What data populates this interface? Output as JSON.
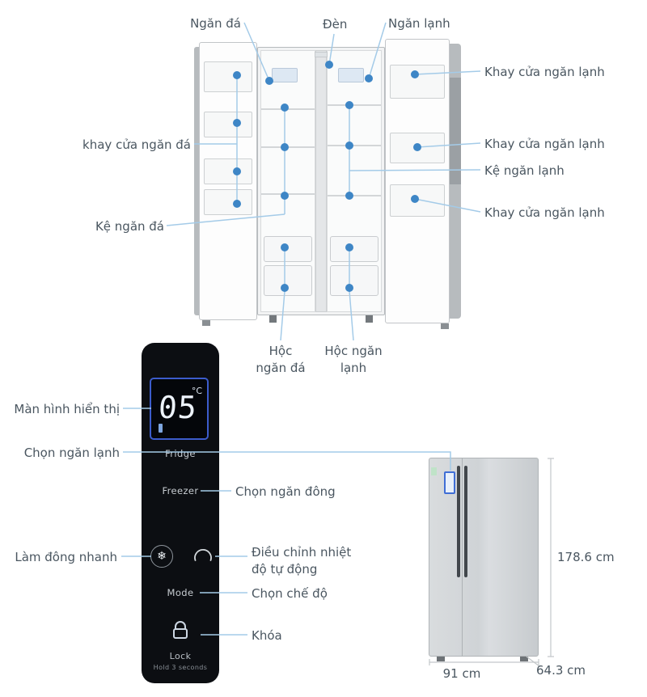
{
  "fridge_diagram": {
    "labels": {
      "ngan_da": "Ngăn đá",
      "den": "Đèn",
      "ngan_lanh": "Ngăn lạnh",
      "khay_cua_ngan_lanh_top": "Khay cửa ngăn lạnh",
      "khay_cua_ngan_da": "khay cửa ngăn đá",
      "khay_cua_ngan_lanh_mid": "Khay cửa ngăn lạnh",
      "ke_ngan_lanh": "Kệ ngăn lạnh",
      "ke_ngan_da": "Kệ ngăn đá",
      "khay_cua_ngan_lanh_bottom": "Khay cửa ngăn lạnh",
      "hoc_ngan_da": "Hộc ngăn đá",
      "hoc_ngan_lanh": "Hộc ngăn lạnh"
    }
  },
  "control_panel": {
    "display": {
      "value": "05",
      "unit": "°C"
    },
    "buttons": {
      "fridge": "Fridge",
      "freezer": "Freezer",
      "mode": "Mode",
      "lock": "Lock",
      "lock_hint": "Hold 3 seconds",
      "snowflake_glyph": "❄"
    },
    "labels": {
      "man_hinh_hien_thi": "Màn hình hiển thị",
      "chon_ngan_lanh": "Chọn ngăn lạnh",
      "chon_ngan_dong": "Chọn ngăn đông",
      "lam_dong_nhanh": "Làm đông nhanh",
      "dieu_chinh_nhiet_do": "Điều chỉnh nhiệt độ tự động",
      "chon_che_do": "Chọn chế độ",
      "khoa": "Khóa"
    }
  },
  "dimensions": {
    "height": "178.6 cm",
    "width": "91 cm",
    "depth": "64.3 cm"
  },
  "colors": {
    "dot_blue": "#3e86c6",
    "line_blue": "#a4cbe8",
    "label_text": "#4a5660",
    "panel_black": "#0c0e12",
    "display_border": "#3c5ccc"
  }
}
